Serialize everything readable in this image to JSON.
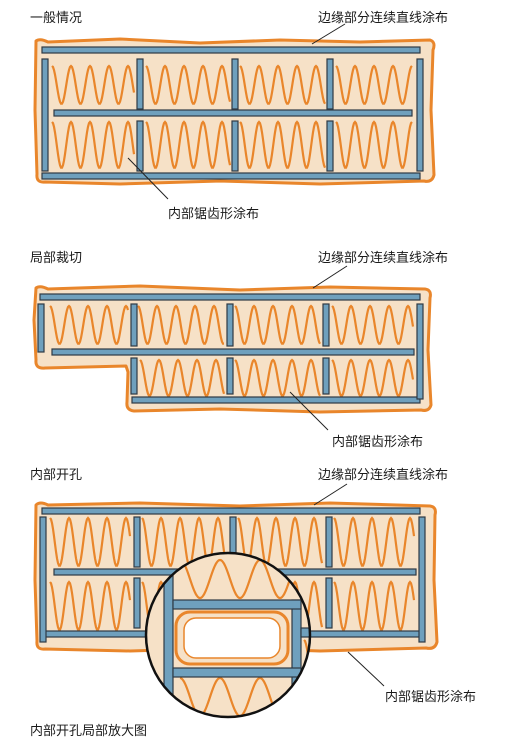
{
  "colors": {
    "fill": "#f6e1c7",
    "orange": "#e9862b",
    "bar": "#6fa0bd",
    "bar_stroke": "#2f3a44",
    "leader": "#222222"
  },
  "sections": [
    {
      "title": "一般情况",
      "top_label": "边缘部分连续直线涂布",
      "bottom_label": "内部锯齿形涂布"
    },
    {
      "title": "局部裁切",
      "top_label": "边缘部分连续直线涂布",
      "bottom_label": "内部锯齿形涂布"
    },
    {
      "title": "内部开孔",
      "top_label": "边缘部分连续直线涂布",
      "bottom_label": "内部锯齿形涂布"
    }
  ],
  "caption": "内部开孔局部放大图"
}
